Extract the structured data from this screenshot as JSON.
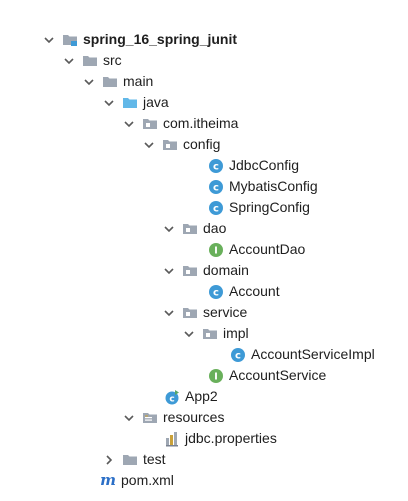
{
  "tree": {
    "project": "spring_16_spring_junit",
    "src": "src",
    "main": "main",
    "java": "java",
    "package": "com.itheima",
    "config": "config",
    "config_items": [
      "JdbcConfig",
      "MybatisConfig",
      "SpringConfig"
    ],
    "dao": "dao",
    "dao_items": [
      "AccountDao"
    ],
    "domain": "domain",
    "domain_items": [
      "Account"
    ],
    "service": "service",
    "impl": "impl",
    "impl_items": [
      "AccountServiceImpl"
    ],
    "service_items": [
      "AccountService"
    ],
    "app": "App2",
    "resources": "resources",
    "resources_items": [
      "jdbc.properties"
    ],
    "test": "test",
    "pom": "pom.xml"
  },
  "colors": {
    "folder": "#9ea7b3",
    "source_folder": "#62b8e8",
    "package_folder": "#9ea7b3",
    "class_icon": "#3e9ad6",
    "interface_icon": "#69b05b",
    "chevron": "#5a5a5a",
    "pom": "#2b6fc7"
  },
  "icons": {
    "expanded": "chevron-down-icon",
    "collapsed": "chevron-right-icon",
    "folder": "folder-icon",
    "class": "class-icon",
    "interface": "interface-icon",
    "main_class": "runnable-class-icon",
    "properties": "properties-file-icon",
    "maven": "maven-pom-icon"
  }
}
